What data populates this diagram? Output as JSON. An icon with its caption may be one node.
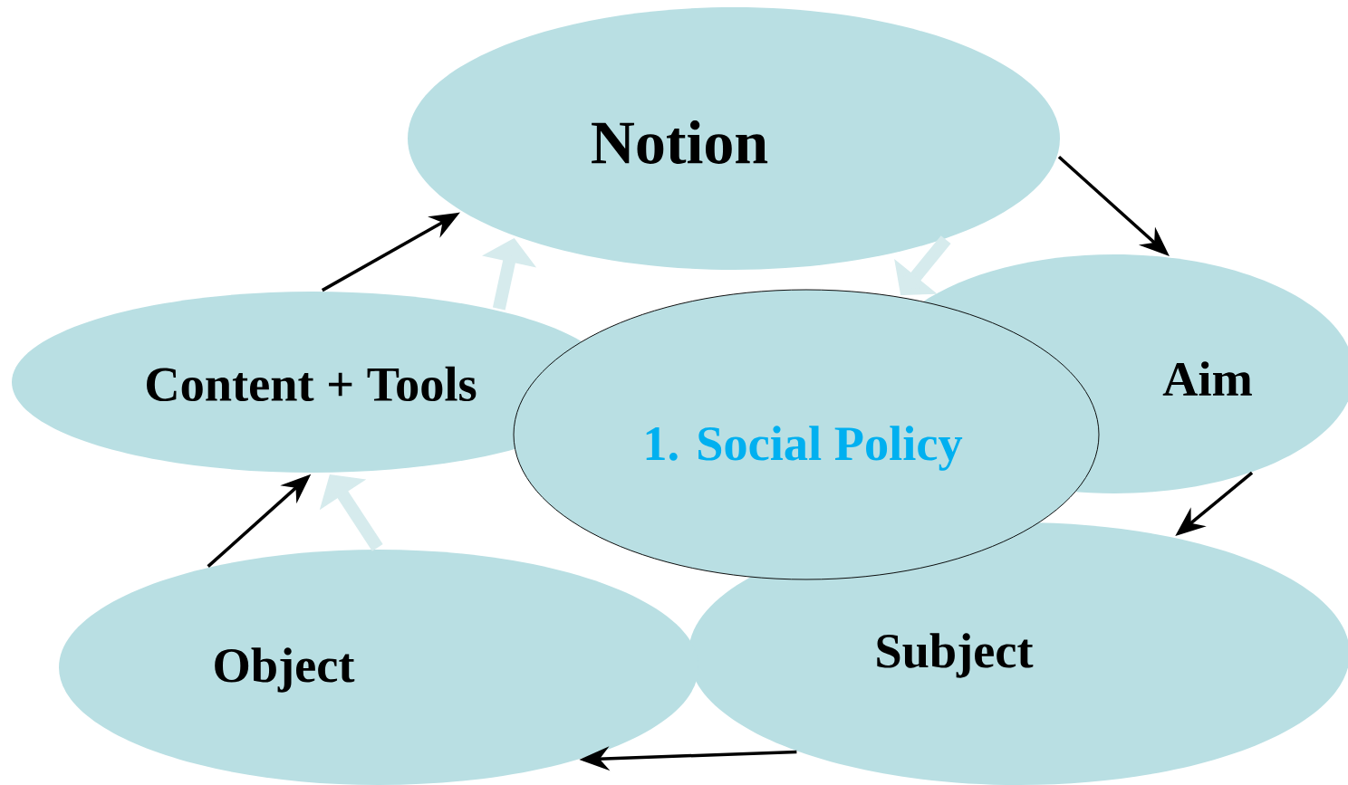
{
  "diagram": {
    "nodes": [
      {
        "text": [
          "Notion"
        ]
      },
      {
        "text": [
          "Aim"
        ]
      },
      {
        "text": [
          "Subject"
        ]
      },
      {
        "text": [
          "Object"
        ]
      },
      {
        "text": [
          "Content + Tools"
        ]
      },
      {
        "text": [
          "1. Social Policy"
        ]
      }
    ],
    "edges": [
      {
        "from": 0,
        "to": 1,
        "arrow": "to"
      },
      {
        "from": 1,
        "to": 2,
        "arrow": "to"
      },
      {
        "from": 2,
        "to": 3,
        "arrow": "to"
      },
      {
        "from": 3,
        "to": 4,
        "arrow": "to"
      },
      {
        "from": 4,
        "to": 0,
        "arrow": "to"
      },
      {
        "from": 4,
        "to": 0,
        "arrow": "to",
        "style": "thick",
        "color": "#d6ebed"
      },
      {
        "from": 0,
        "to": 5,
        "arrow": "to",
        "style": "thick",
        "color": "#d6ebed"
      },
      {
        "from": 3,
        "to": 4,
        "arrow": "to",
        "style": "thick",
        "color": "#d6ebed"
      }
    ]
  }
}
